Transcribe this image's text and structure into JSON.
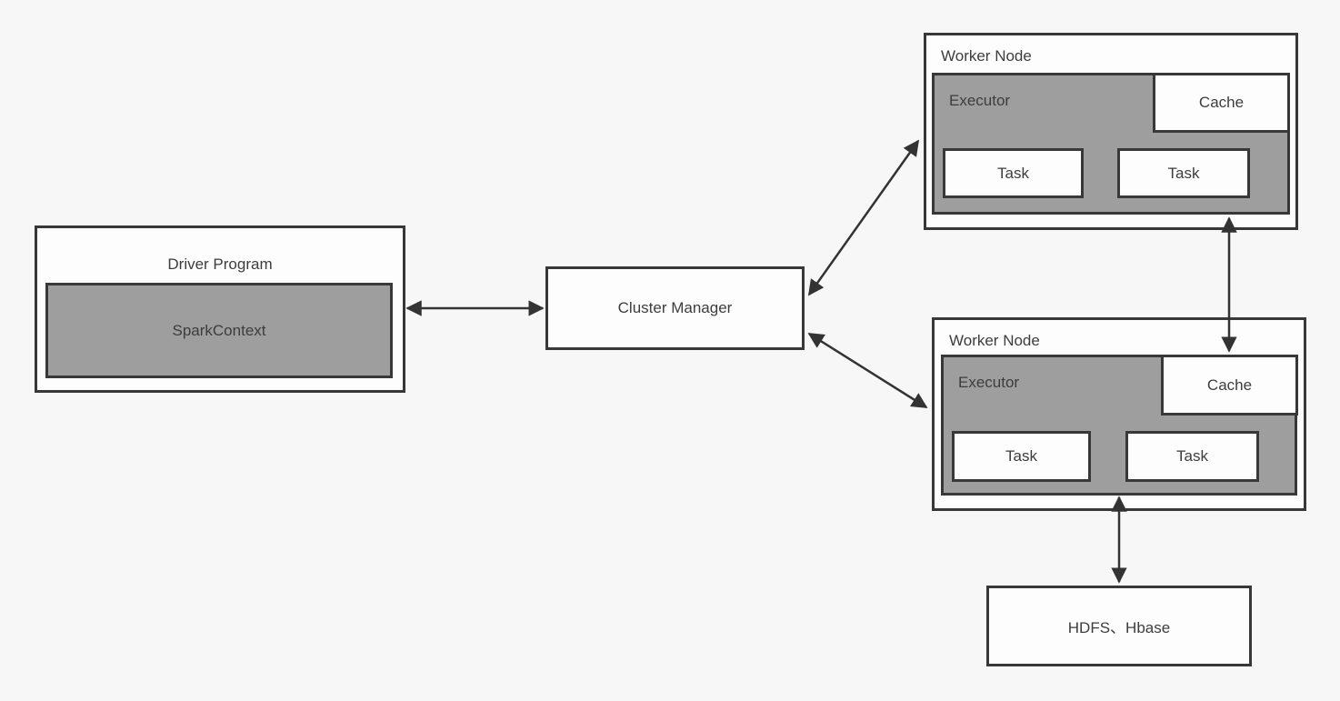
{
  "nodes": {
    "driver": {
      "label": "Driver Program",
      "spark_context": "SparkContext"
    },
    "cluster_manager": {
      "label": "Cluster Manager"
    },
    "worker1": {
      "label": "Worker Node",
      "executor": "Executor",
      "cache": "Cache",
      "tasks": [
        "Task",
        "Task"
      ]
    },
    "worker2": {
      "label": "Worker Node",
      "executor": "Executor",
      "cache": "Cache",
      "tasks": [
        "Task",
        "Task"
      ]
    },
    "storage": {
      "label": "HDFS、Hbase"
    }
  },
  "edges": [
    "driver <-> cluster_manager",
    "cluster_manager <-> worker1",
    "cluster_manager <-> worker2",
    "worker1.cache <-> worker2.cache",
    "worker2 <-> storage"
  ],
  "colors": {
    "background": "#f7f7f7",
    "box_fill": "#fdfdfd",
    "gray_fill": "#9e9e9e",
    "border": "#383838",
    "arrow": "#333333",
    "text": "#3d3d3d"
  }
}
